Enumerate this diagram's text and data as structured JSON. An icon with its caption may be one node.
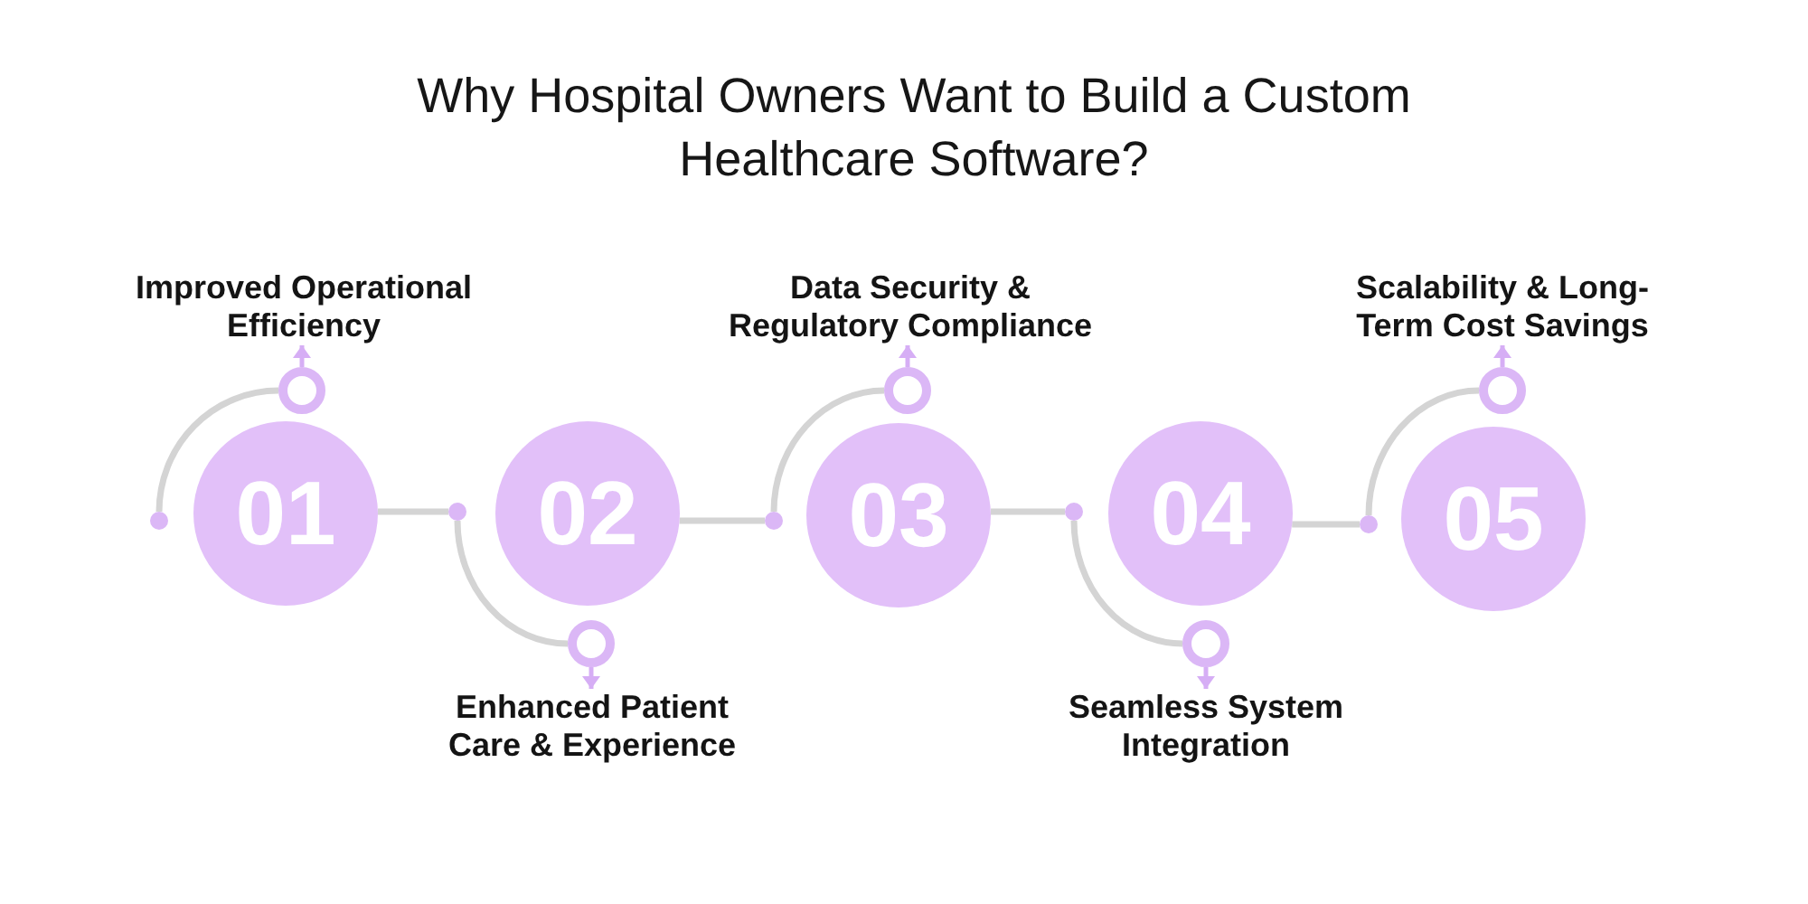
{
  "diagram": {
    "title": "Why Hospital Owners Want to Build a Custom Healthcare Software?",
    "nodes": [
      {
        "text": [
          "Improved Operational Efficiency"
        ]
      },
      {
        "text": [],
        "shape": "circle"
      },
      {
        "text": [],
        "shape": "circle"
      },
      {
        "text": [
          "01"
        ]
      },
      {
        "text": [
          "Enhanced Patient Care & Experience"
        ]
      },
      {
        "text": [],
        "shape": "circle"
      },
      {
        "text": [],
        "shape": "circle"
      },
      {
        "text": [
          "02"
        ]
      },
      {
        "text": [
          "Data Security & Regulatory Compliance"
        ]
      },
      {
        "text": [],
        "shape": "circle"
      },
      {
        "text": [],
        "shape": "circle"
      },
      {
        "text": [
          "03"
        ]
      },
      {
        "text": [
          "Seamless System Integration"
        ]
      },
      {
        "text": [],
        "shape": "circle"
      },
      {
        "text": [],
        "shape": "circle"
      },
      {
        "text": [
          "04"
        ]
      },
      {
        "text": [
          "Scalability & Long-Term Cost Savings"
        ]
      },
      {
        "text": [],
        "shape": "circle"
      },
      {
        "text": [],
        "shape": "circle"
      },
      {
        "text": [
          "05"
        ]
      }
    ],
    "edges": [
      {
        "from": 2,
        "to": 1,
        "arrow": "none"
      },
      {
        "from": 1,
        "to": 0,
        "arrow": "to",
        "color": "#d6aef5"
      },
      {
        "from": 3,
        "to": 6,
        "arrow": "none"
      },
      {
        "from": 6,
        "to": 5,
        "arrow": "none"
      },
      {
        "from": 5,
        "to": 4,
        "arrow": "to",
        "color": "#d6aef5"
      },
      {
        "from": 7,
        "to": 10,
        "arrow": "none"
      },
      {
        "from": 10,
        "to": 9,
        "arrow": "none"
      },
      {
        "from": 9,
        "to": 8,
        "arrow": "to",
        "color": "#d6aef5"
      },
      {
        "from": 11,
        "to": 14,
        "arrow": "none"
      },
      {
        "from": 14,
        "to": 13,
        "arrow": "none"
      },
      {
        "from": 13,
        "to": 12,
        "arrow": "to",
        "color": "#d6aef5"
      },
      {
        "from": 15,
        "to": 18,
        "arrow": "none"
      },
      {
        "from": 18,
        "to": 17,
        "arrow": "none"
      },
      {
        "from": 17,
        "to": 16,
        "arrow": "to",
        "color": "#d6aef5"
      }
    ]
  }
}
